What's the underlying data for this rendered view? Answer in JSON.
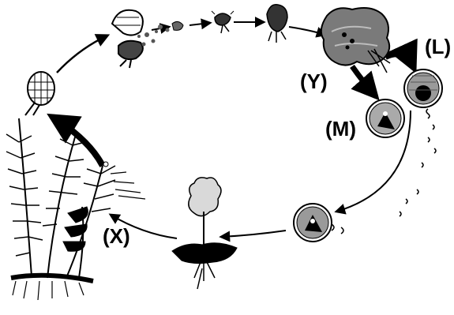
{
  "labels": {
    "l": "(L)",
    "y": "(Y)",
    "m": "(M)",
    "x": "(X)"
  },
  "colors": {
    "ink": "#000000",
    "paper": "#ffffff",
    "mid_gray": "#7a7a7a",
    "light_gray": "#bdbdbd"
  },
  "icons": [
    "sporangium-icon",
    "dehiscing-sporangium-icon",
    "spore-icon",
    "germinating-spore-icon",
    "young-gametophyte-icon",
    "prothallus-icon",
    "antheridium-icon",
    "archegonium-icon",
    "sperm-icon",
    "fertilized-archegonium-icon",
    "young-sporophyte-icon",
    "mature-fern-icon"
  ]
}
